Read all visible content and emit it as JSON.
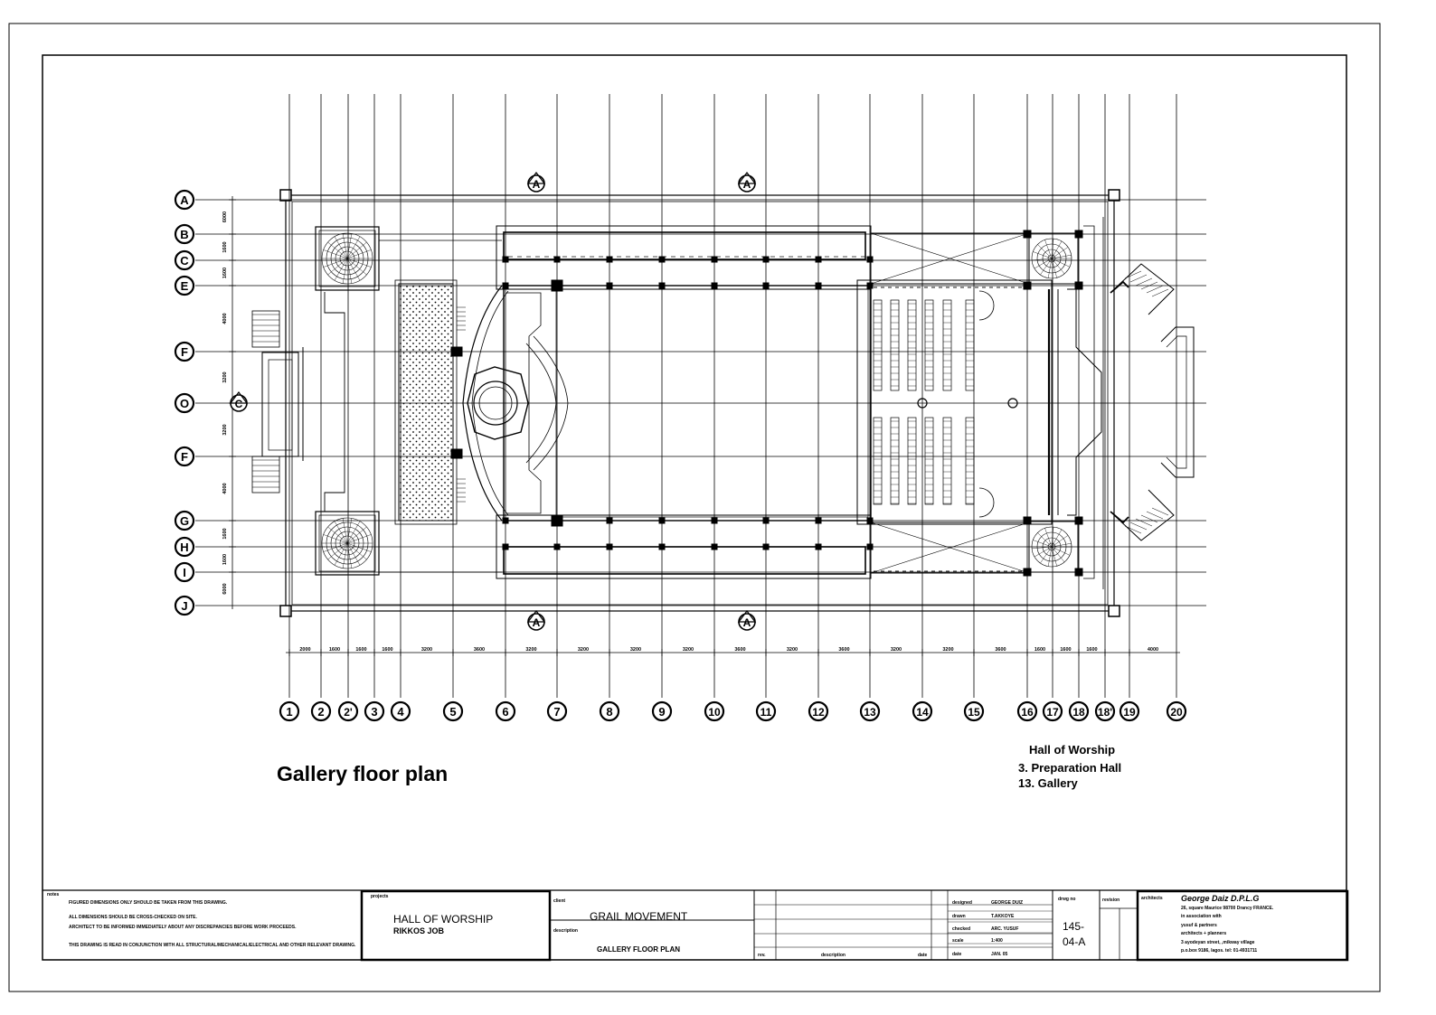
{
  "drawing": {
    "title": "Gallery floor plan",
    "legend": [
      "Hall of Worship",
      "3. Preparation Hall",
      "13. Gallery"
    ]
  },
  "grid": {
    "columns": [
      "1",
      "2",
      "2'",
      "3",
      "4",
      "5",
      "6",
      "7",
      "8",
      "9",
      "10",
      "11",
      "12",
      "13",
      "14",
      "15",
      "16",
      "17",
      "18",
      "18'",
      "19",
      "20"
    ],
    "rows": [
      "A",
      "B",
      "C",
      "E",
      "F",
      "O",
      "F",
      "G",
      "H",
      "I",
      "J"
    ],
    "column_dimensions": [
      "2000",
      "1600",
      "1600",
      "1600",
      "3200",
      "3600",
      "3200",
      "3200",
      "3200",
      "3200",
      "3600",
      "3200",
      "3600",
      "3200",
      "3200",
      "3600",
      "1600",
      "1600",
      "1600",
      "",
      "4000"
    ],
    "row_dimensions": [
      "6000",
      "1600",
      "1600",
      "4000",
      "3200",
      "3200",
      "4000",
      "1600",
      "1600",
      "6000"
    ]
  },
  "section_marks": [
    "A",
    "A",
    "A",
    "A",
    "C"
  ],
  "title_block": {
    "notes_label": "notes",
    "notes": [
      "FIGURED DIMENSIONS ONLY SHOULD BE TAKEN FROM THIS DRAWING.",
      "ALL DIMENSIONS SHOULD BE CROSS-CHECKED ON SITE.",
      "ARCHITECT TO BE INFORMED IMMEDIATELY ABOUT ANY DISCREPANCIES BEFORE WORK PROCEEDS.",
      "THIS DRAWING IS READ IN CONJUNCTION WITH ALL STRUCTURAL/MECHANICAL/ELECTRICAL AND OTHER RELEVANT DRAWING."
    ],
    "project_label": "projects",
    "project_name": "HALL OF WORSHIP",
    "project_sub": "RIKKOS JOB",
    "client_label": "client",
    "client": "GRAIL MOVEMENT",
    "description_label": "description",
    "description": "GALLERY FLOOR PLAN",
    "rev_headers": [
      "rev.",
      "description",
      "date"
    ],
    "info": [
      {
        "label": "designed",
        "value": "GEORGE DUIZ"
      },
      {
        "label": "drawn",
        "value": "T.AKKOYE"
      },
      {
        "label": "checked",
        "value": "ARC. YUSUF"
      },
      {
        "label": "scale",
        "value": "1:400"
      },
      {
        "label": "date",
        "value": "JAN. 05"
      }
    ],
    "drawing_no_label": "drwg no",
    "drawing_no": [
      "145-",
      "04-A"
    ],
    "revision_label": "revision",
    "architects_label": "architects",
    "architect_name": "George Daiz  D.P.L.G",
    "architect_lines": [
      "26, square Maurice 98700 Drancy FRANCE.",
      "in association with",
      "yusuf & partners",
      "architects + planners",
      "3 ayodeyan street, ,mikway village",
      "p.o.box 9186, lagos. tel: 01-4931711"
    ]
  }
}
